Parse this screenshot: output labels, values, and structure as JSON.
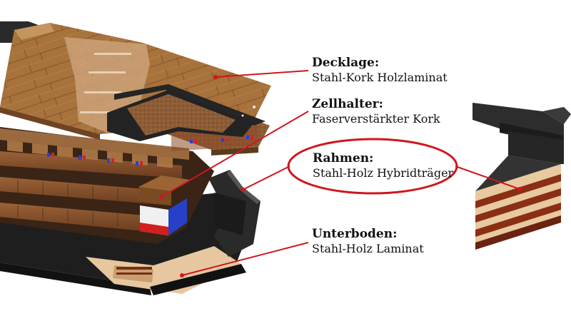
{
  "labels": [
    {
      "key": "decklage",
      "title": "Decklage:",
      "subtitle": "Stahl-Kork Holzlaminat"
    },
    {
      "key": "zellhalter",
      "title": "Zellhalter:",
      "subtitle": "Faserverstärkter Kork"
    },
    {
      "key": "rahmen",
      "title": "Rahmen:",
      "subtitle": "Stahl-Holz Hybridträger"
    },
    {
      "key": "unterboden",
      "title": "Unterboden:",
      "subtitle": "Stahl-Holz Laminat"
    }
  ],
  "colors": {
    "leader_line": "#d0161e",
    "highlight_ellipse": "#d0161e",
    "wood_laminate": "#a8703a",
    "cork": "#8a5a34",
    "steel": "#2b2b2b",
    "light_wood": "#e2c49a",
    "dark_wood": "#7a2e16"
  }
}
